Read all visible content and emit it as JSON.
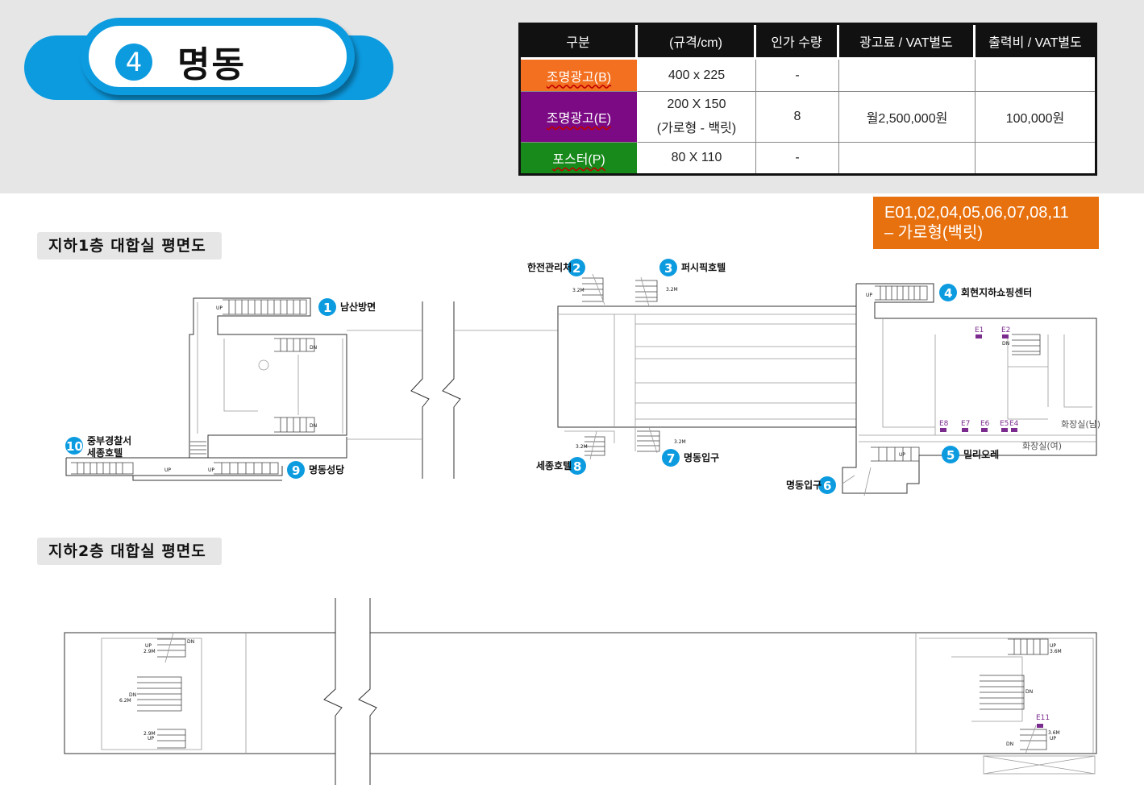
{
  "station": {
    "number": "4",
    "name": "명동"
  },
  "price_table": {
    "headers": [
      "구분",
      "(규격/cm)",
      "인가 수량",
      "광고료 / VAT별도",
      "출력비 / VAT별도"
    ],
    "rows": [
      {
        "category": "조명광고(B)",
        "size": "400 x 225",
        "size2": "",
        "qty": "-",
        "fee": "",
        "print": "",
        "color": "#f37021"
      },
      {
        "category": "조명광고(E)",
        "size": "200 X 150",
        "size2": "(가로형 - 백릿)",
        "qty": "8",
        "fee": "월2,500,000원",
        "print": "100,000원",
        "color": "#7b0a84"
      },
      {
        "category": "포스터(P)",
        "size": "80 X 110",
        "size2": "",
        "qty": "-",
        "fee": "",
        "print": "",
        "color": "#188a1b"
      }
    ]
  },
  "note": {
    "line1": "E01,02,04,05,06,07,08,11",
    "line2": "– 가로형(백릿)"
  },
  "floor_b1": {
    "title": "지하1층 대합실 평면도",
    "exits": [
      {
        "num": "1",
        "name": "남산방면"
      },
      {
        "num": "2",
        "name": "한전관리처"
      },
      {
        "num": "3",
        "name": "퍼시픽호텔"
      },
      {
        "num": "4",
        "name": "회현지하쇼핑센터"
      },
      {
        "num": "5",
        "name": "밀리오레"
      },
      {
        "num": "6",
        "name": "명동입구"
      },
      {
        "num": "7",
        "name": "명동입구"
      },
      {
        "num": "8",
        "name": "세종호텔"
      },
      {
        "num": "9",
        "name": "명동성당"
      },
      {
        "num": "10",
        "name": "중부경찰서",
        "name2": "세종호텔"
      }
    ],
    "ad_markers": [
      "E1",
      "E2",
      "E8",
      "E7",
      "E6",
      "E5",
      "E4"
    ],
    "rooms": {
      "restroom_m": "화장실(남)",
      "restroom_f": "화장실(여)"
    },
    "stair_labels": {
      "up": "UP",
      "dn": "DN",
      "h1": "3.2M"
    }
  },
  "floor_b2": {
    "title": "지하2층 대합실 평면도",
    "ad_markers": [
      "E11"
    ],
    "stair_labels": {
      "up": "UP",
      "dn": "DN",
      "h29": "2.9M",
      "h62": "6.2M",
      "h36": "3.6M"
    }
  },
  "colors": {
    "accent": "#0d9be0",
    "orange": "#e8710f",
    "purple": "#7b0a84",
    "green": "#188a1b"
  }
}
